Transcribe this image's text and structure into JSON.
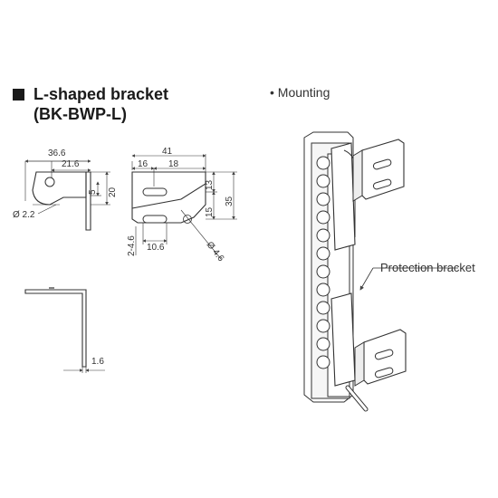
{
  "header": {
    "title": "L-shaped bracket",
    "model": "(BK-BWP-L)"
  },
  "mounting_label": "• Mounting",
  "callout": "Protection bracket",
  "dims": {
    "d36_6": "36.6",
    "d21_6": "21.6",
    "d5": "5",
    "d20": "20",
    "d2_2": "Ø 2.2",
    "d41": "41",
    "d16": "16",
    "d18": "18",
    "d13": "13",
    "d15": "15",
    "d35": "35",
    "d2_4_6": "2-4.6",
    "d10_6": "10.6",
    "d4_6": "Ø 4.6",
    "d1_6": "1.6"
  }
}
